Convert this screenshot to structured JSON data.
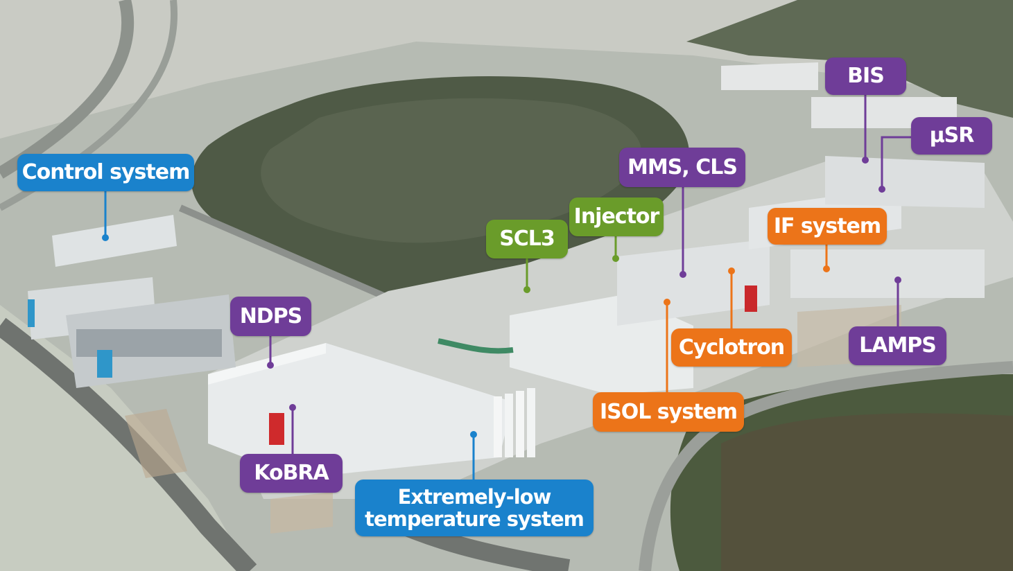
{
  "colors": {
    "blue": "#1a82cc",
    "purple": "#6f3d98",
    "green": "#6a9c2a",
    "orange": "#ec7419"
  },
  "labels": {
    "control_system": "Control system",
    "bis": "BIS",
    "usr": "μSR",
    "mms_cls": "MMS, CLS",
    "injector": "Injector",
    "scl3": "SCL3",
    "if_system": "IF system",
    "ndps": "NDPS",
    "cyclotron": "Cyclotron",
    "lamps": "LAMPS",
    "isol_system": "ISOL system",
    "kobra": "KoBRA",
    "extremely_low_line1": "Extremely-low",
    "extremely_low_line2": "temperature system"
  }
}
